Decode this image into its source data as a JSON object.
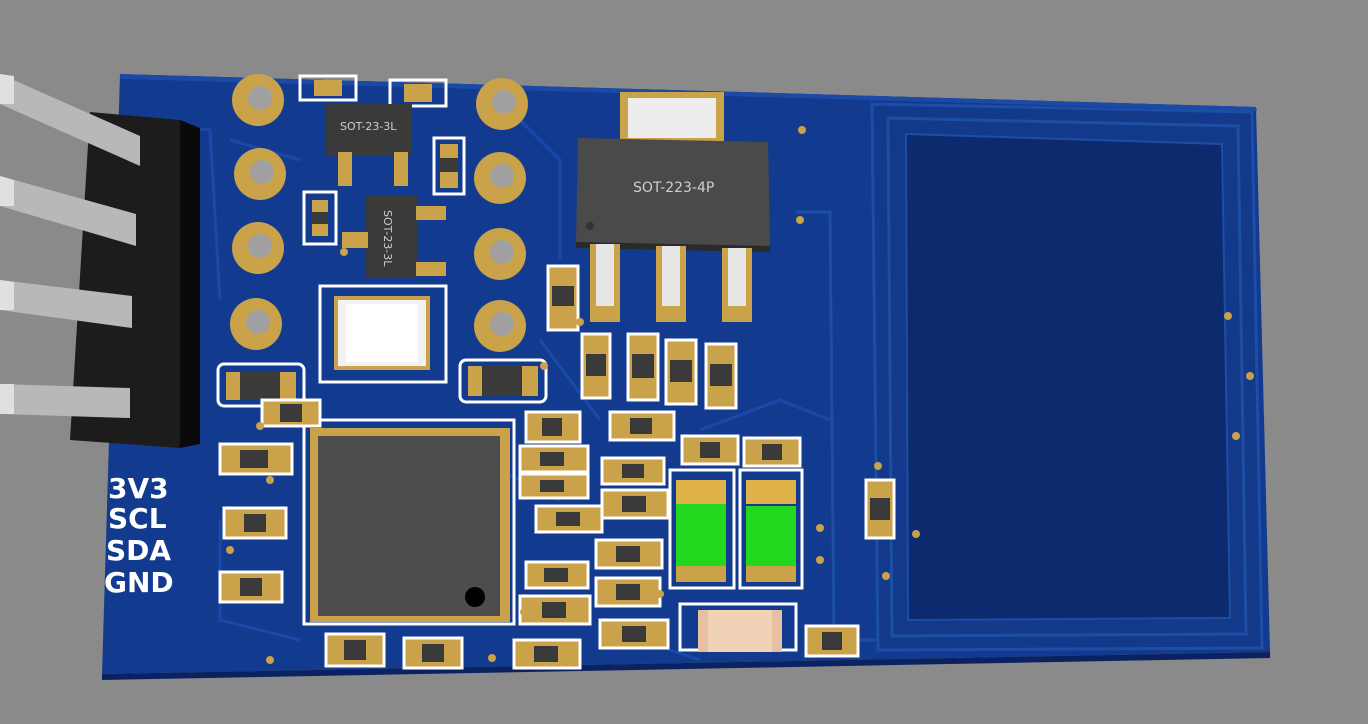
{
  "colors": {
    "background": "#8a8a8a",
    "board": "#123a8f",
    "board_dark": "#0d2a6e",
    "pad_gold": "#caa24a",
    "silkscreen": "#ffffff",
    "ic_body": "#4d4d4d",
    "led_green": "#22d81e",
    "connector_black": "#1c1c1c",
    "pin_grey": "#b8b8b8"
  },
  "header_labels": {
    "pin1": "3V3",
    "pin2": "SCL",
    "pin3": "SDA",
    "pin4": "GND"
  },
  "packages": {
    "sot23_top": "SOT-23-3L",
    "sot23_side": "SOT-23-3L",
    "sot223": "SOT-223-4P"
  },
  "icons": {
    "mcu": "qfn-chip-icon",
    "antenna": "pcb-antenna-icon",
    "leds": "smd-led-icon",
    "header": "pin-header-icon"
  }
}
